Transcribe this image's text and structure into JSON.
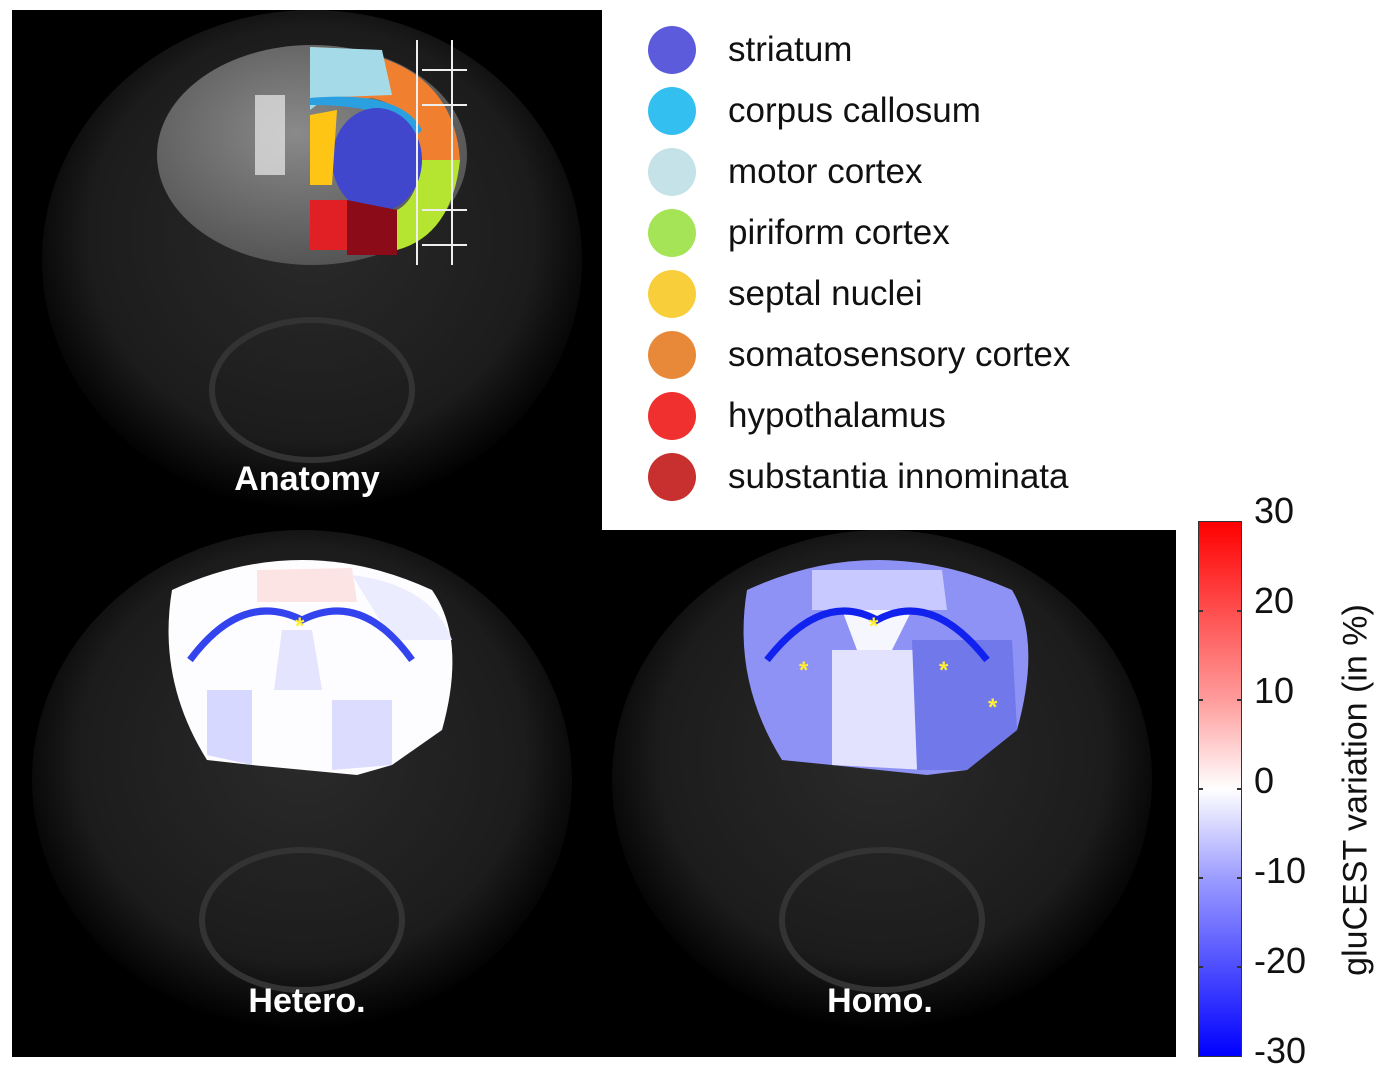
{
  "panels": {
    "anatomy": "Anatomy",
    "hetero": "Hetero.",
    "homo": "Homo."
  },
  "legend": [
    {
      "label": "striatum",
      "color": "#5b5bdc"
    },
    {
      "label": "corpus callosum",
      "color": "#33bff0"
    },
    {
      "label": "motor cortex",
      "color": "#c4e2e8"
    },
    {
      "label": "piriform cortex",
      "color": "#a6e457"
    },
    {
      "label": "septal nuclei",
      "color": "#f8cf3a"
    },
    {
      "label": "somatosensory cortex",
      "color": "#e8893a"
    },
    {
      "label": "hypothalamus",
      "color": "#f0302f"
    },
    {
      "label": "substantia innominata",
      "color": "#c8302f"
    }
  ],
  "colorbar": {
    "label": "gluCEST variation (in %)",
    "ticks": [
      "30",
      "20",
      "10",
      "0",
      "-10",
      "-20",
      "-30"
    ],
    "range": [
      -30,
      30
    ]
  },
  "significance_marker": "*"
}
